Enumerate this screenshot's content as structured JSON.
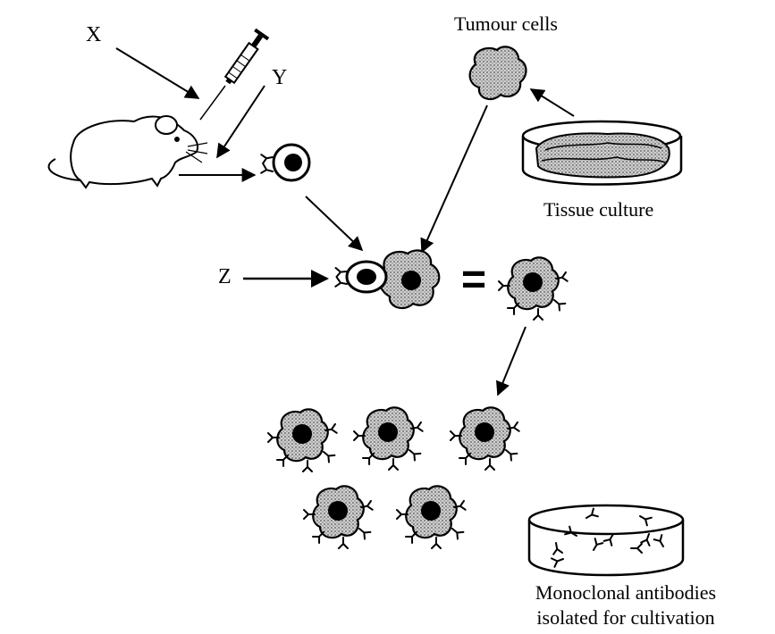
{
  "labels": {
    "x": "X",
    "y": "Y",
    "z": "Z",
    "tumour_cells": "Tumour cells",
    "tissue_culture": "Tissue culture",
    "equals": "=",
    "monoclonal_line1": "Monoclonal antibodies",
    "monoclonal_line2": "isolated for cultivation"
  },
  "colors": {
    "ink": "#000000",
    "cell_fill": "#bdbdbd",
    "background": "#ffffff"
  },
  "icons": [
    "mouse",
    "syringe",
    "b-lymphocyte",
    "tumour-cell",
    "tissue-culture-dish",
    "hybridoma-cell",
    "antibody",
    "culture-dish"
  ]
}
